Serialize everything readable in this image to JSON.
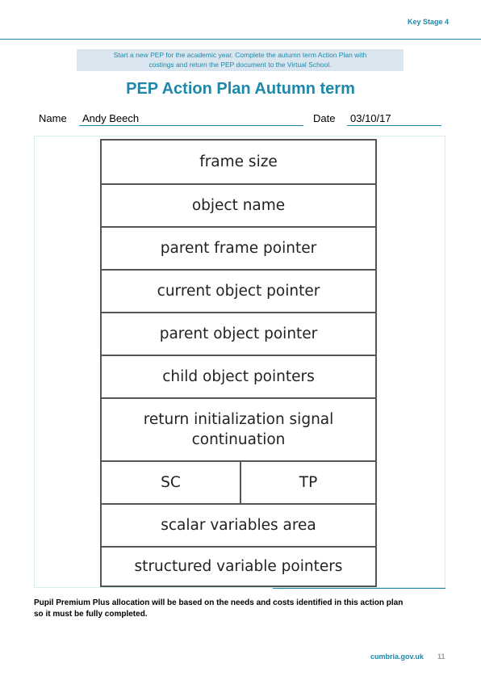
{
  "header": {
    "key_stage": "Key Stage 4",
    "instructions_line1": "Start a new PEP for the academic year. Complete the autumn term Action Plan with",
    "instructions_line2": "costings and return the PEP document to the Virtual School."
  },
  "title": "PEP Action Plan Autumn term",
  "form": {
    "name_label": "Name",
    "name_value": "Andy Beech",
    "date_label": "Date",
    "date_value": "03/10/17"
  },
  "frame_diagram": {
    "rows": [
      "frame size",
      "object name",
      "parent frame pointer",
      "current object pointer",
      "parent object pointer",
      "child object pointers"
    ],
    "return_line1": "return initialization signal",
    "return_line2": "continuation",
    "split_left": "SC",
    "split_right": "TP",
    "scalar": "scalar variables area",
    "structured": "structured variable pointers"
  },
  "note": {
    "line1": "Pupil Premium Plus allocation will be based on the needs and costs identified in this action plan",
    "line2": "so it must be fully completed."
  },
  "footer": {
    "site": "cumbria.gov.uk",
    "page_number": "11"
  },
  "colors": {
    "accent": "#1e88a8",
    "instruction_bg": "#d9e6ef",
    "frame_border": "#555555"
  }
}
